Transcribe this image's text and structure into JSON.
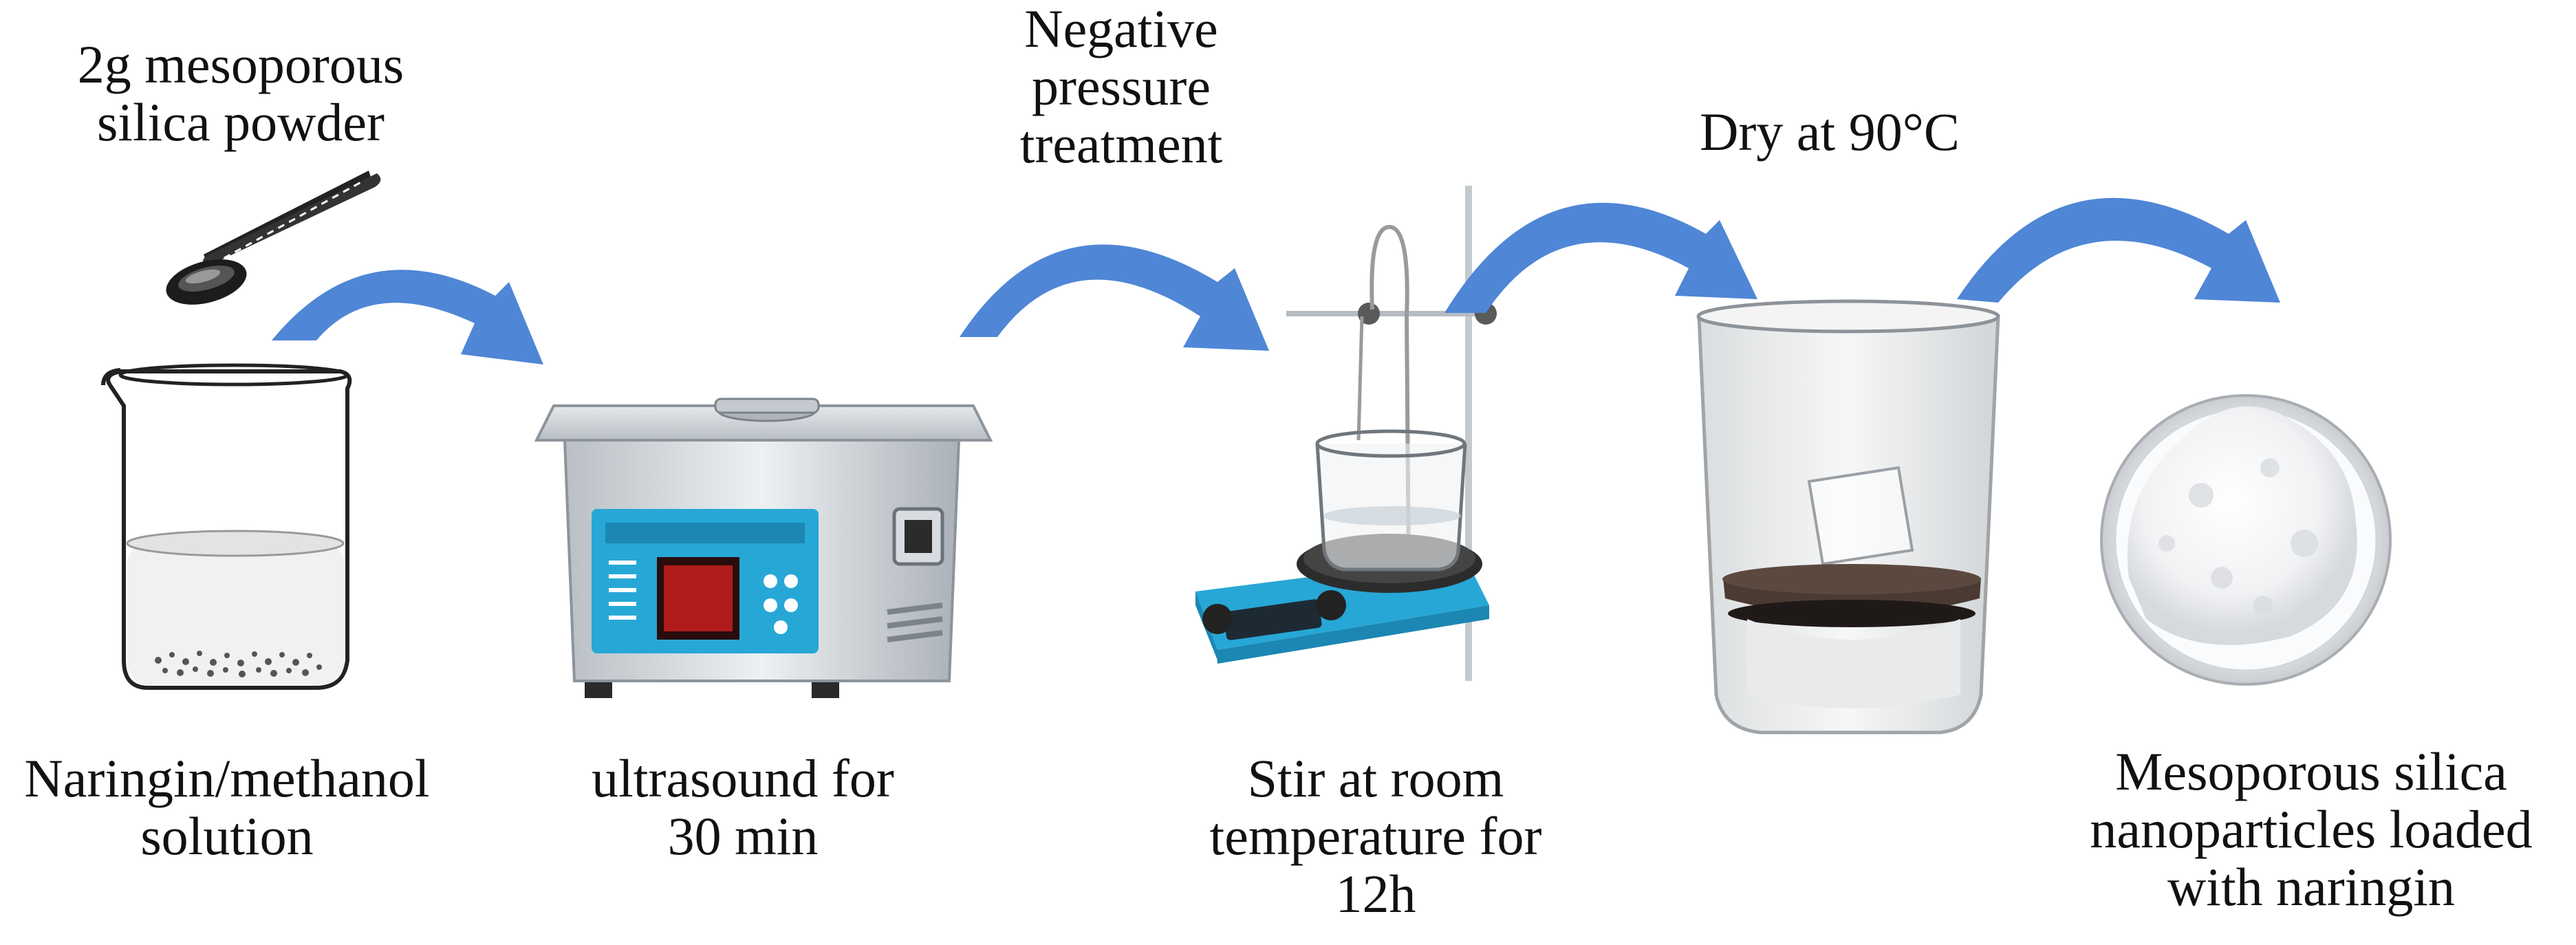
{
  "colors": {
    "arrow": "#4f86d6",
    "arrow_dark": "#3a6fc4",
    "device_blue": "#27a7d6",
    "steel": "#c9ced3",
    "display_red": "#c8201f",
    "dark_liquid": "#4a3a33"
  },
  "labels": {
    "silica_powder": [
      "2g mesoporous",
      "silica powder"
    ],
    "negative_pressure": [
      "Negative",
      "pressure",
      "treatment"
    ],
    "dry": [
      "Dry at 90°C"
    ],
    "naringin_solution": [
      "Naringin/methanol",
      "solution"
    ],
    "ultrasound": [
      "ultrasound for",
      "30 min"
    ],
    "stir": [
      "Stir at room",
      "temperature for",
      "12h"
    ],
    "nanoparticles": [
      "Mesoporous silica",
      "nanoparticles loaded",
      "with naringin"
    ]
  },
  "icons": [
    "spoon-icon",
    "beaker-icon",
    "ultrasonic-cleaner-icon",
    "magnetic-stirrer-icon",
    "drying-beaker-icon",
    "powder-plate-icon"
  ]
}
